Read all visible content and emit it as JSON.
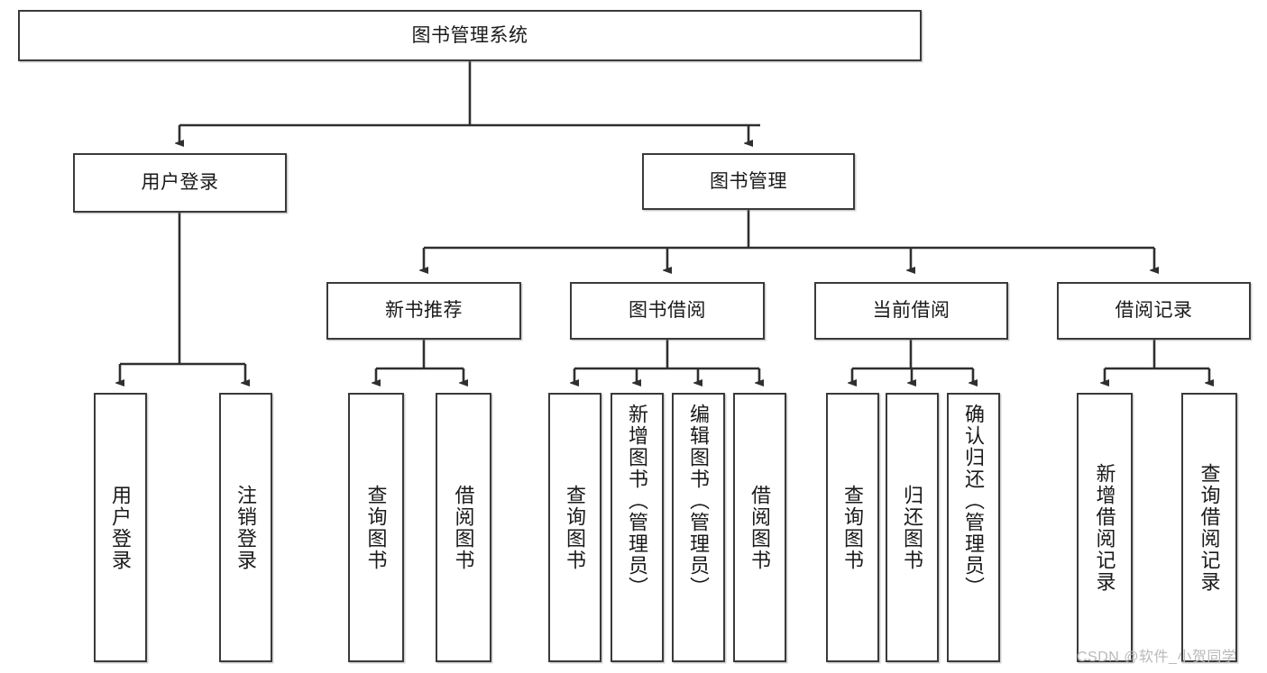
{
  "diagram": {
    "title": "图书管理系统",
    "type": "tree-hierarchy",
    "nodes": {
      "root": {
        "label": "图书管理系统"
      },
      "l1": [
        {
          "id": "user-login",
          "label": "用户登录"
        },
        {
          "id": "book-manage",
          "label": "图书管理"
        }
      ],
      "l2": [
        {
          "id": "new-book-rec",
          "label": "新书推荐"
        },
        {
          "id": "book-borrow",
          "label": "图书借阅"
        },
        {
          "id": "current-borrow",
          "label": "当前借阅"
        },
        {
          "id": "borrow-record",
          "label": "借阅记录"
        }
      ],
      "leaves": [
        {
          "id": "leaf-user-login",
          "label": "用户登录",
          "parent": "user-login"
        },
        {
          "id": "leaf-user-logout",
          "label": "注销登录",
          "parent": "user-login"
        },
        {
          "id": "leaf-query-book-1",
          "label": "查询图书",
          "parent": "new-book-rec"
        },
        {
          "id": "leaf-borrow-book-1",
          "label": "借阅图书",
          "parent": "new-book-rec"
        },
        {
          "id": "leaf-query-book-2",
          "label": "查询图书",
          "parent": "book-borrow"
        },
        {
          "id": "leaf-add-book",
          "label": "新增图书（管理员）",
          "parent": "book-borrow"
        },
        {
          "id": "leaf-edit-book",
          "label": "编辑图书（管理员）",
          "parent": "book-borrow"
        },
        {
          "id": "leaf-borrow-book-2",
          "label": "借阅图书",
          "parent": "book-borrow"
        },
        {
          "id": "leaf-query-book-3",
          "label": "查询图书",
          "parent": "current-borrow"
        },
        {
          "id": "leaf-return-book",
          "label": "归还图书",
          "parent": "current-borrow"
        },
        {
          "id": "leaf-confirm-return",
          "label": "确认归还（管理员）",
          "parent": "current-borrow"
        },
        {
          "id": "leaf-add-record",
          "label": "新增借阅记录",
          "parent": "borrow-record"
        },
        {
          "id": "leaf-query-record",
          "label": "查询借阅记录",
          "parent": "borrow-record"
        }
      ]
    },
    "watermark": "CSDN @软件_小贺同学",
    "colors": {
      "border": "#3a3a3a",
      "text": "#1a1a1a",
      "background": "#ffffff",
      "watermark": "#b9b9b9"
    }
  }
}
